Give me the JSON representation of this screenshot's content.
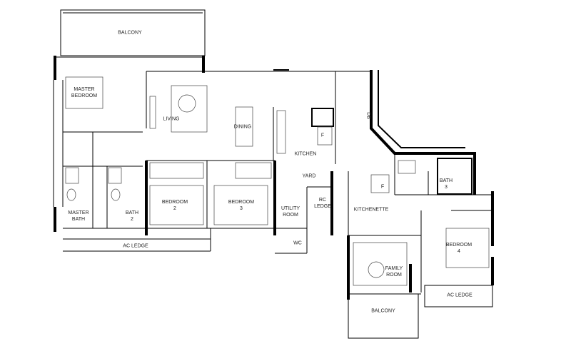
{
  "plan": {
    "rooms": {
      "balcony_top": "BALCONY",
      "master_bedroom": "MASTER\nBEDROOM",
      "living": "LIVING",
      "dining": "DINING",
      "kitchen": "KITCHEN",
      "yard": "YARD",
      "bedroom_2": "BEDROOM\n2",
      "bedroom_3": "BEDROOM\n3",
      "master_bath": "MASTER\nBATH",
      "bath_2": "BATH\n2",
      "utility_room": "UTILITY\nROOM",
      "wc": "WC",
      "rc_ledge": "RC\nLEDGE",
      "ac_ledge_left": "AC LEDGE",
      "kitchenette": "KITCHENETTE",
      "bath_3": "BATH\n3",
      "bedroom_4": "BEDROOM\n4",
      "family_room": "FAMILY\nROOM",
      "ac_ledge_right": "AC LEDGE",
      "balcony_bottom": "BALCONY"
    },
    "fixtures": {
      "fridge_1": "F",
      "fridge_2": "F",
      "db": "DB"
    },
    "wall_color": "#000000"
  }
}
